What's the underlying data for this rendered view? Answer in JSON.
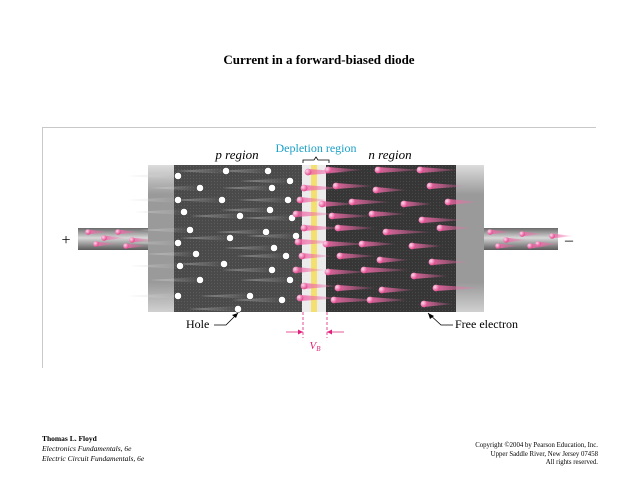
{
  "title": "Current in a forward-biased diode",
  "labels": {
    "p_region": "p region",
    "n_region": "n region",
    "depletion_region": "Depletion region",
    "hole": "Hole",
    "free_electron": "Free electron",
    "plus": "+",
    "minus": "–",
    "barrier_symbol": "V",
    "barrier_subscript": "B"
  },
  "footer": {
    "author": "Thomas L. Floyd",
    "book1": "Electronics Fundamentals, 6e",
    "book2": "Electric Circuit Fundamentals, 6e",
    "copyright": "Copyright ©2004 by Pearson Education, Inc.",
    "address": "Upper Saddle River, New Jersey 07458",
    "rights": "All rights reserved."
  },
  "colors": {
    "p_region": "#4a4a4a",
    "n_region": "#383838",
    "depletion": "#eeeeee",
    "depletion_stripe": "#f4e070",
    "electron_trail": "#f06aa8",
    "depletion_label": "#1aa0c8",
    "barrier_marker": "#e0207a"
  }
}
